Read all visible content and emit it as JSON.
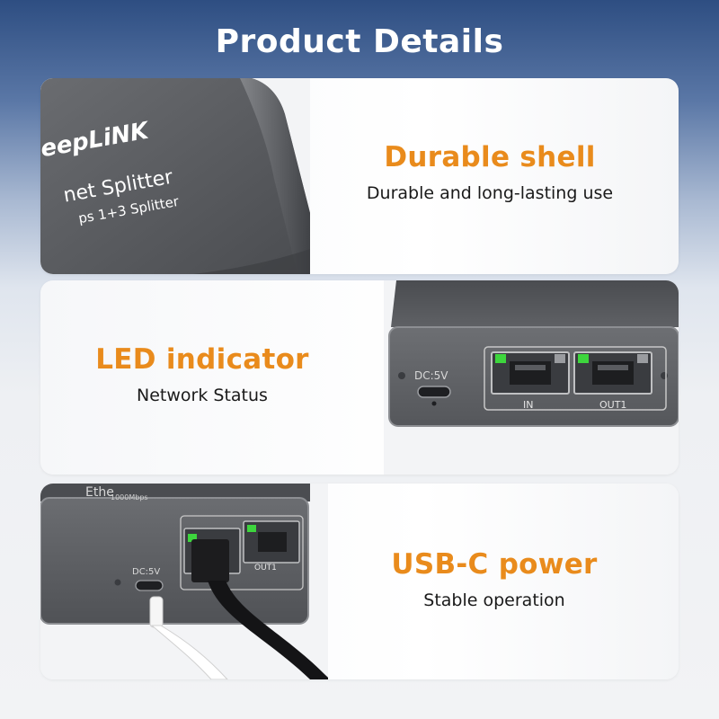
{
  "header": {
    "title": "Product Details"
  },
  "features": [
    {
      "headline": "Durable shell",
      "description": "Durable and long-lasting use",
      "photo_text": {
        "brand": "eepLiNK",
        "line1": "net Splitter",
        "line2": "ps 1+3 Splitter"
      }
    },
    {
      "headline": "LED indicator",
      "description": "Network Status",
      "photo_text": {
        "power_label": "DC:5V",
        "port_in": "IN",
        "port_out1": "OUT1"
      }
    },
    {
      "headline": "USB-C power",
      "description": "Stable operation",
      "photo_text": {
        "top_text": "Ethe",
        "top_small": "1000Mbps",
        "power_label": "DC:5V",
        "port_out1": "OUT1"
      }
    }
  ],
  "colors": {
    "headline": "#e98b1c",
    "device_gray": "#56585c",
    "led_green": "#3dd63d",
    "header_blue": "#2e4e82"
  }
}
